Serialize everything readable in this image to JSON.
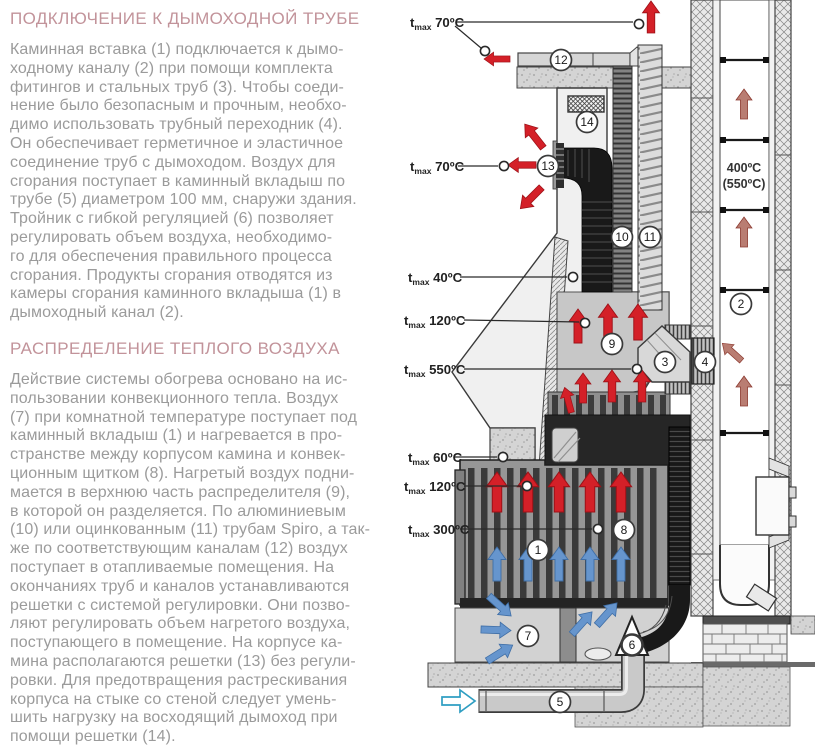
{
  "article": {
    "heading1": "ПОДКЛЮЧЕНИЕ К ДЫМОХОДНОЙ ТРУБЕ",
    "para1": "Каминная вставка (1) подключается к дымо-\nходному каналу (2) при помощи комплекта\nфитингов и стальных труб (3). Чтобы соеди-\nнение было безопасным и прочным, необхо-\nдимо использовать трубный переходник (4).\nОн обеспечивает герметичное и эластичное\nсоединение труб с дымоходом. Воздух для\nсгорания поступает в каминный вкладыш по\nтрубе (5) диаметром 100 мм, снаружи здания.\nТройник с гибкой регуляцией (6) позволяет\nрегулировать объем воздуха, необходимо-\nго для обеспечения правильного процесса\nсгорания. Продукты сгорания отводятся из\nкамеры сгорания каминного вкладыша (1) в\nдымоходный канал (2).",
    "heading2": "РАСПРЕДЕЛЕНИЕ ТЕПЛОГО ВОЗДУХА",
    "para2": "Действие системы обогрева основано на ис-\nпользовании конвекционного тепла. Воздух\n(7) при комнатной температуре поступает под\nкаминный вкладыш (1) и нагревается в про-\nстранстве между корпусом камина и конвек-\nционным щитком (8). Нагретый воздух подни-\nмается в верхнюю часть распределителя (9),\nв которой он разделяется. По алюминиевым\n(10) или оцинкованным (11) трубам Spiro, а так-\nже по соответствующим каналам (12) воздух\nпоступает в отапливаемые помещения. На\nокончаниях труб и каналов устанавливаются\nрешетки с системой регулировки. Они позво-\nляют регулировать объем нагретого воздуха,\nпоступающего в помещение. На корпусе ка-\nмина располагаются решетки (13) без регули-\nровки. Для предотвращения растрескивания\nкорпуса на стыке со стеной следует умень-\nшить нагрузку на восходящий дымоход при\nпомощи решетки (14)."
  },
  "diagram": {
    "temp_prefix": "t",
    "temp_sub": "max",
    "temperature_labels": [
      {
        "name": "outlet-duct-12",
        "value": "70ºC"
      },
      {
        "name": "outlet-grille-13",
        "value": "70ºC"
      },
      {
        "name": "flex-duct-surface",
        "value": "40ºC"
      },
      {
        "name": "distributor-wall",
        "value": "120ºC"
      },
      {
        "name": "smoke-pipe",
        "value": "550ºC"
      },
      {
        "name": "mantel-shelf",
        "value": "60ºC"
      },
      {
        "name": "casing-bottom",
        "value": "120ºC"
      },
      {
        "name": "insert-body",
        "value": "300ºC"
      }
    ],
    "flue_temperature": {
      "line1": "400ºC",
      "line2": "(550ºC)"
    },
    "callouts": [
      "1",
      "2",
      "3",
      "4",
      "5",
      "6",
      "7",
      "8",
      "9",
      "10",
      "11",
      "12",
      "13",
      "14"
    ],
    "colors": {
      "hot_air": "#d42028",
      "cold_air": "#6695cd",
      "flue_gas": "#b97d72"
    }
  }
}
